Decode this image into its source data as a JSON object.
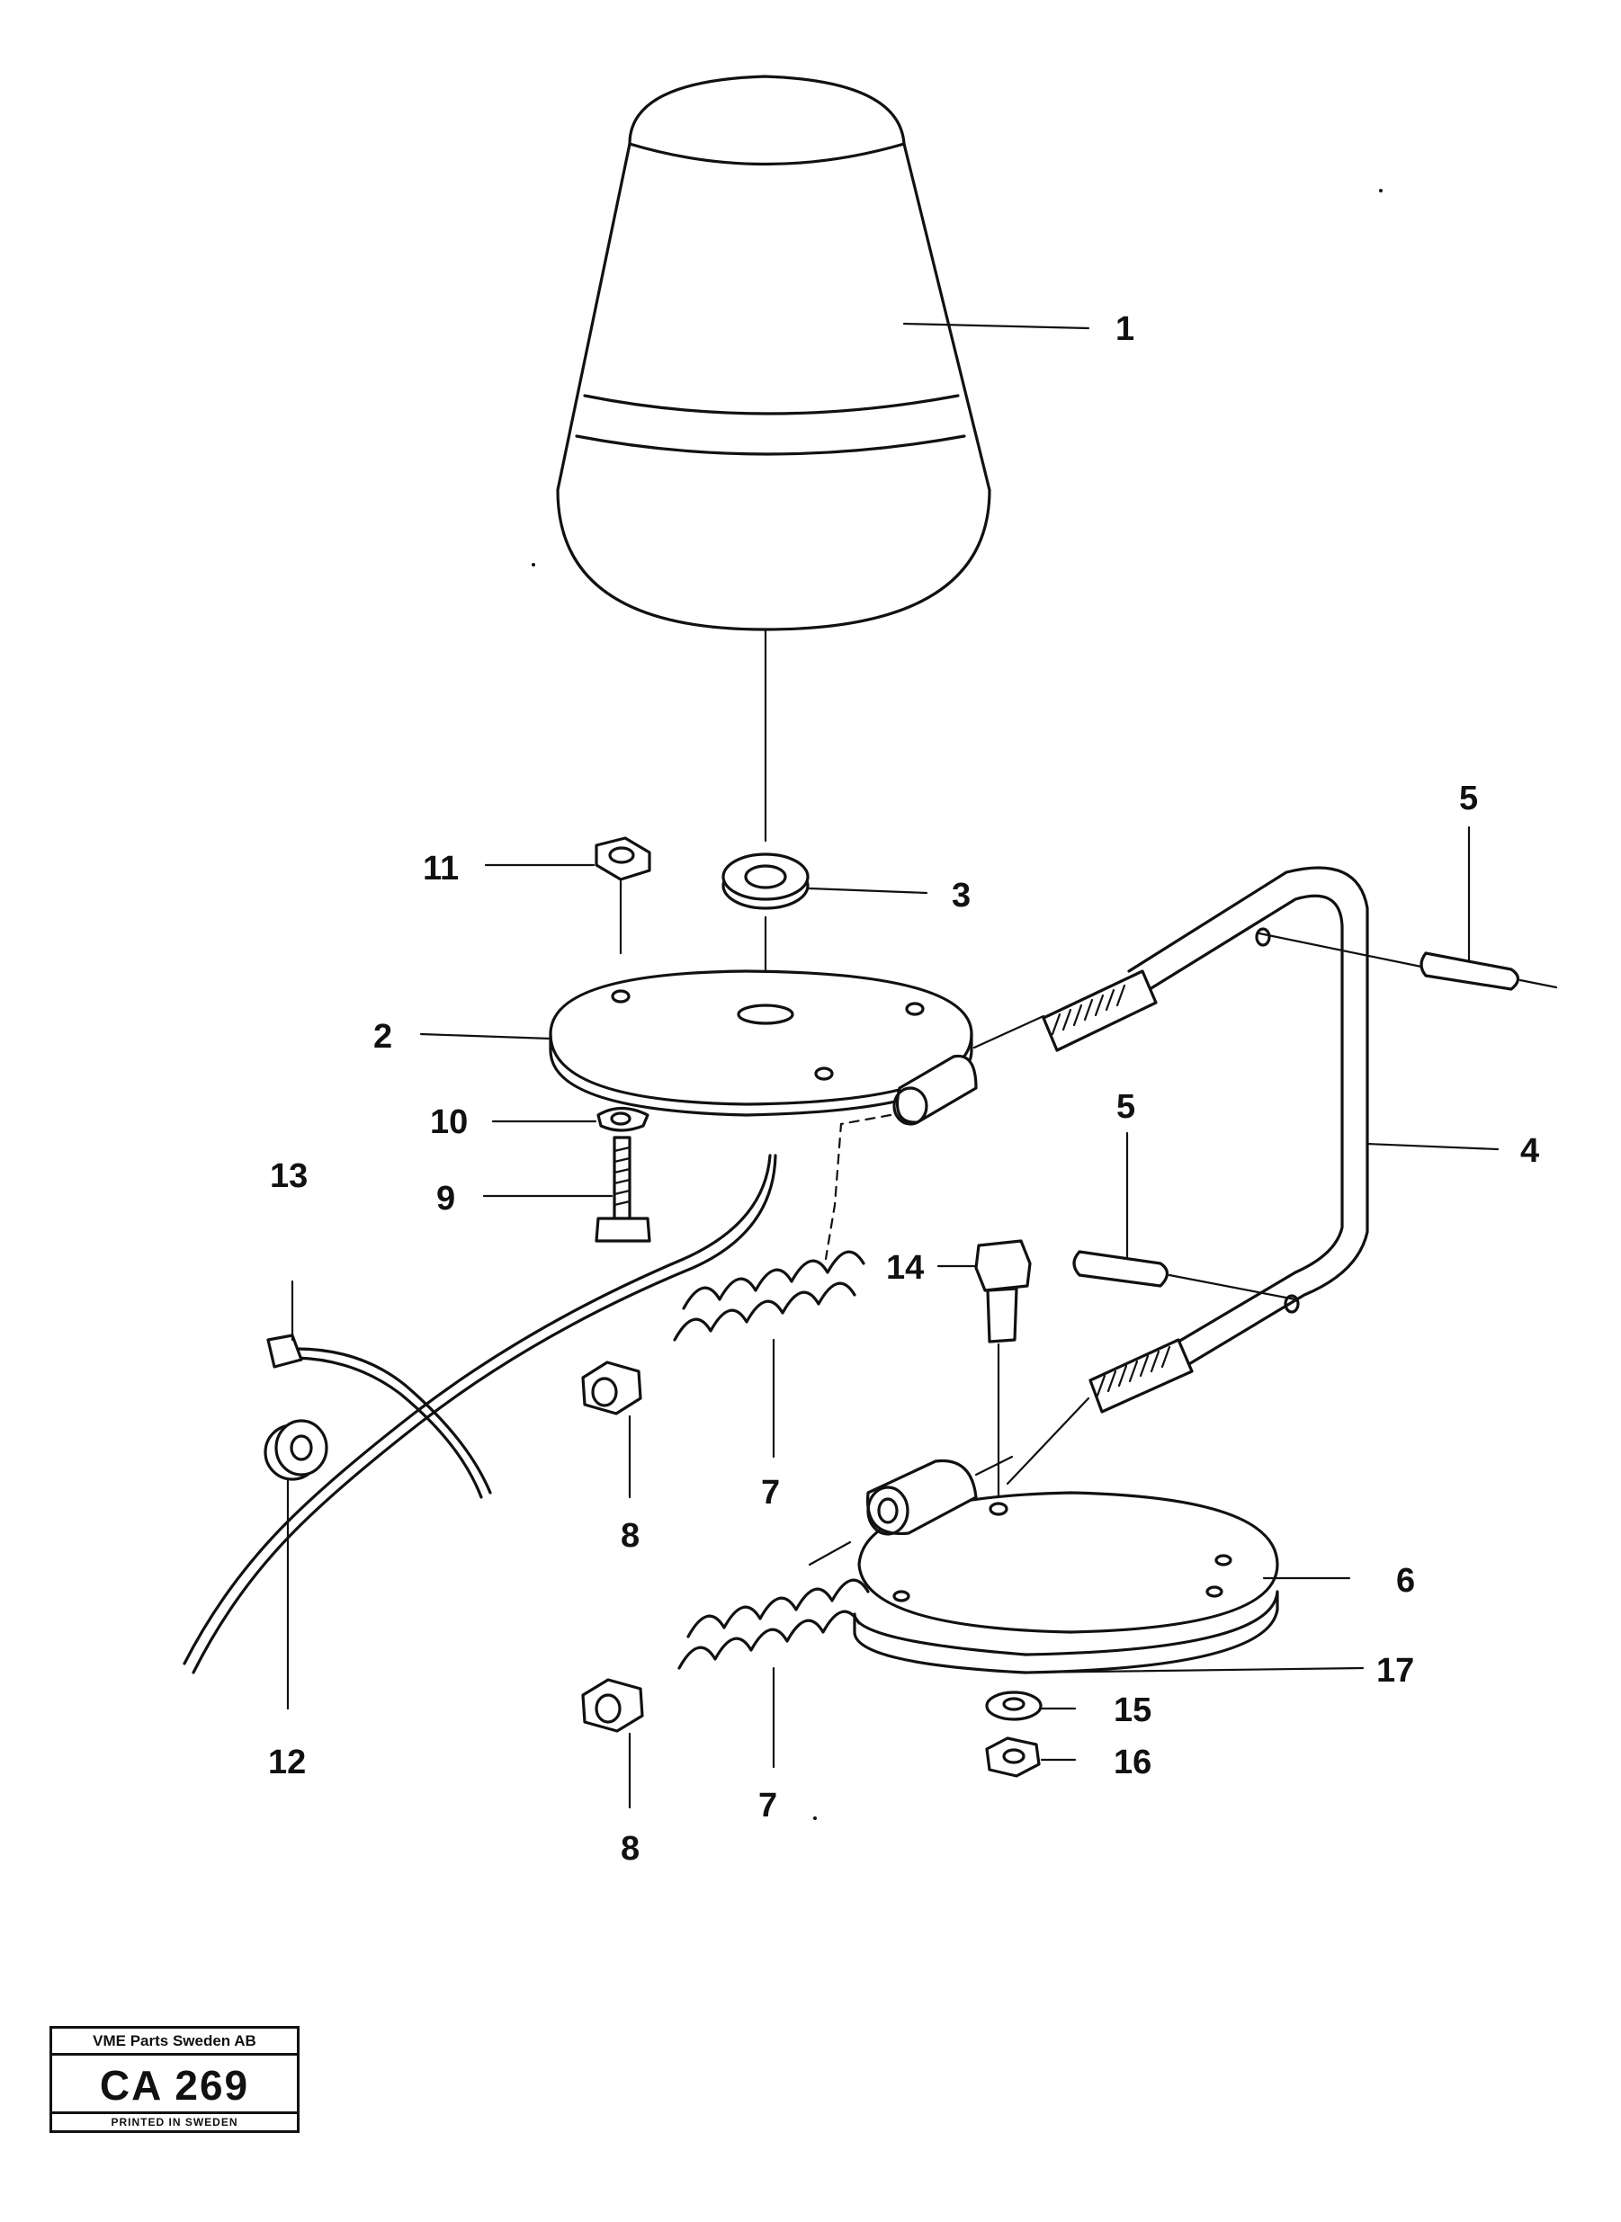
{
  "callouts": [
    "1",
    "2",
    "3",
    "4",
    "5",
    "5",
    "6",
    "7",
    "7",
    "8",
    "8",
    "9",
    "10",
    "11",
    "12",
    "13",
    "14",
    "15",
    "16",
    "17"
  ],
  "stamp": {
    "company": "VME Parts Sweden AB",
    "code": "CA 269",
    "printed": "PRINTED IN SWEDEN"
  },
  "colors": {
    "ink": "#111111",
    "paper": "#ffffff"
  }
}
